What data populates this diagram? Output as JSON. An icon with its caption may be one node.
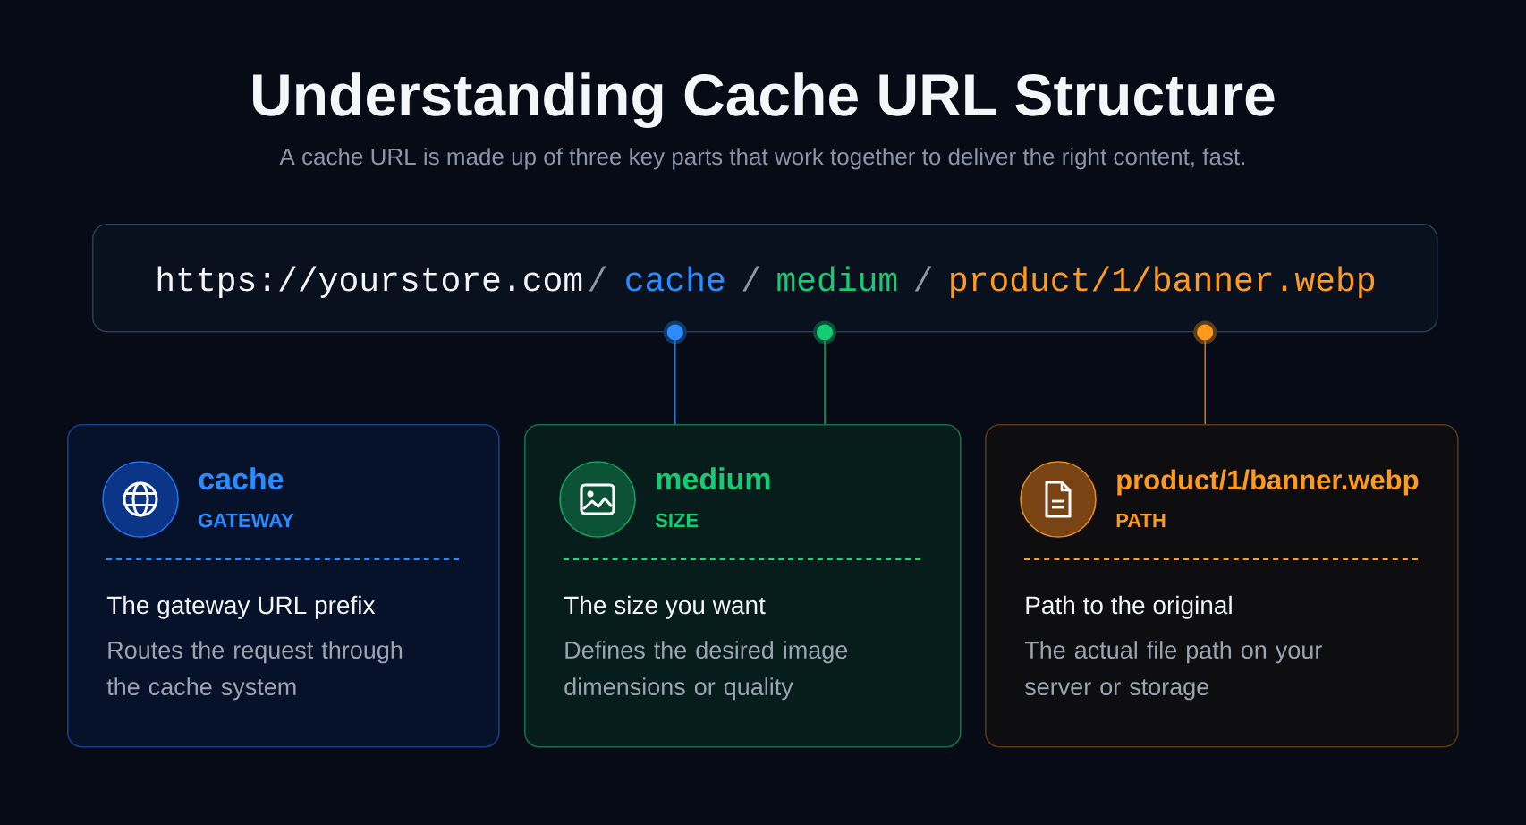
{
  "diagram": {
    "title": "Understanding Cache URL Structure",
    "nodes": [
      {
        "text": [
          "https://yourstore.com",
          "/",
          "cache",
          "/",
          "medium",
          "/",
          "product/1/banner.webp"
        ]
      },
      {
        "text": [],
        "shape": "circle"
      },
      {
        "text": [],
        "shape": "circle"
      },
      {
        "text": [],
        "shape": "circle"
      },
      {
        "text": [
          "cache",
          "GATEWAY",
          "The gateway URL prefix",
          "Routes the request through the cache system"
        ]
      },
      {
        "text": [
          "medium",
          "SIZE",
          "The size you want",
          "Defines the desired image dimensions or quality"
        ]
      },
      {
        "text": [
          "product/1/banner.webp",
          "PATH",
          "Path to the original",
          "The actual file path on your server or storage"
        ]
      }
    ],
    "edges": [
      {
        "from": 1,
        "to": 5,
        "arrow": "none",
        "color": "#1f7fe6"
      },
      {
        "from": 2,
        "to": 5,
        "arrow": "none",
        "color": "#14a35e"
      },
      {
        "from": 3,
        "to": 6,
        "arrow": "none",
        "color": "#d9791a"
      }
    ],
    "labels": [
      "A cache URL is made up of three key parts that work together to deliver the right content, fast."
    ]
  }
}
